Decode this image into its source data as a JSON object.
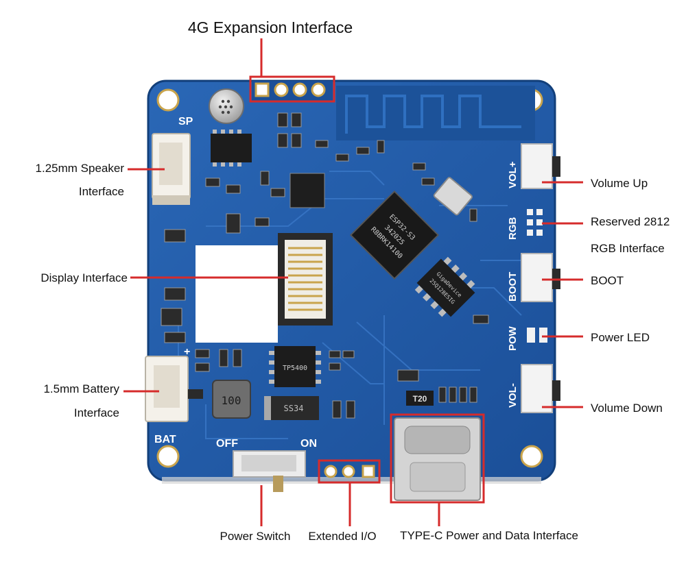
{
  "labels": {
    "expansion_4g": "4G Expansion Interface",
    "speaker_line1": "1.25mm Speaker",
    "speaker_line2": "Interface",
    "display": "Display Interface",
    "battery_line1": "1.5mm Battery",
    "battery_line2": "Interface",
    "volume_up": "Volume Up",
    "rgb_line1": "Reserved 2812",
    "rgb_line2": "RGB Interface",
    "boot": "BOOT",
    "power_led": "Power LED",
    "volume_down": "Volume Down",
    "power_switch": "Power Switch",
    "extended_io": "Extended I/O",
    "typec": "TYPE-C Power and Data Interface"
  },
  "silkscreen": {
    "sp": "SP",
    "bat": "BAT",
    "off": "OFF",
    "on": "ON",
    "vol_plus": "VOL+",
    "rgb": "RGB",
    "boot": "BOOT",
    "pow": "POW",
    "vol_minus": "VOL-",
    "plus": "+"
  },
  "chip_text": {
    "mcu_line1": "ESP32-S3",
    "mcu_line2": "342025",
    "mcu_line3": "R8BRK14100",
    "flash_line1": "GigaDevice",
    "flash_line2": "25Q128ESIG",
    "inductor": "100",
    "diode": "SS34",
    "regulator": "TP5400",
    "fuse": "T20"
  },
  "colors": {
    "pcb": "#1f5aa8",
    "pcb_edge": "#174a8e",
    "callout": "#d62b2b",
    "label_text": "#111111"
  }
}
